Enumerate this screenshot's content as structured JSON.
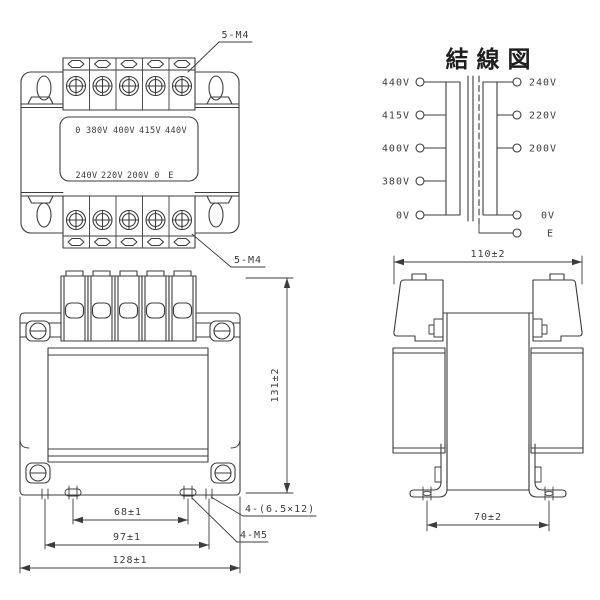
{
  "colors": {
    "line": "#3c3c3c",
    "background": "#ffffff"
  },
  "top_view": {
    "screw_note_top": "5-M4",
    "screw_note_bottom": "5-M4",
    "nameplate": {
      "row1": [
        "0",
        "380V",
        "400V",
        "415V",
        "440V"
      ],
      "row2": [
        "240V",
        "220V",
        "200V",
        "0",
        "E"
      ]
    }
  },
  "wiring_diagram": {
    "title": "結線図",
    "primary": [
      "440V",
      "415V",
      "400V",
      "380V",
      "0V"
    ],
    "secondary": [
      "240V",
      "220V",
      "200V",
      "0V",
      "E"
    ]
  },
  "front_view": {
    "dims": {
      "inner": "68±1",
      "middle": "97±1",
      "outer": "128±1",
      "height": "131±2"
    },
    "notes": {
      "slot": "4-(6.5×12)",
      "tap": "4-M5"
    }
  },
  "side_view": {
    "dims": {
      "top": "110±2",
      "feet": "70±2"
    }
  }
}
